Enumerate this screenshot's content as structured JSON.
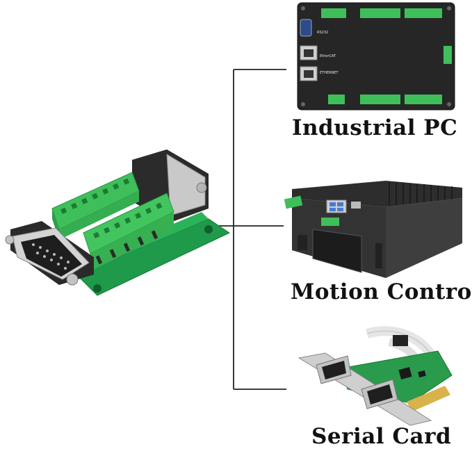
{
  "captions": {
    "industrial_pc": "Industrial PC",
    "motion_control": "Motion Control",
    "serial_card": "Serial Card"
  },
  "panel_labels": {
    "rs232": "RS232",
    "ethercat": "EtherCAT",
    "ethernet": "ETHERNET"
  },
  "colors": {
    "terminal_green": "#3fbf5a",
    "pcb_green": "#1f9a4a",
    "device_black": "#262626",
    "connector_silver": "#c9c9c9",
    "connector_blue": "#2c4a8c"
  }
}
